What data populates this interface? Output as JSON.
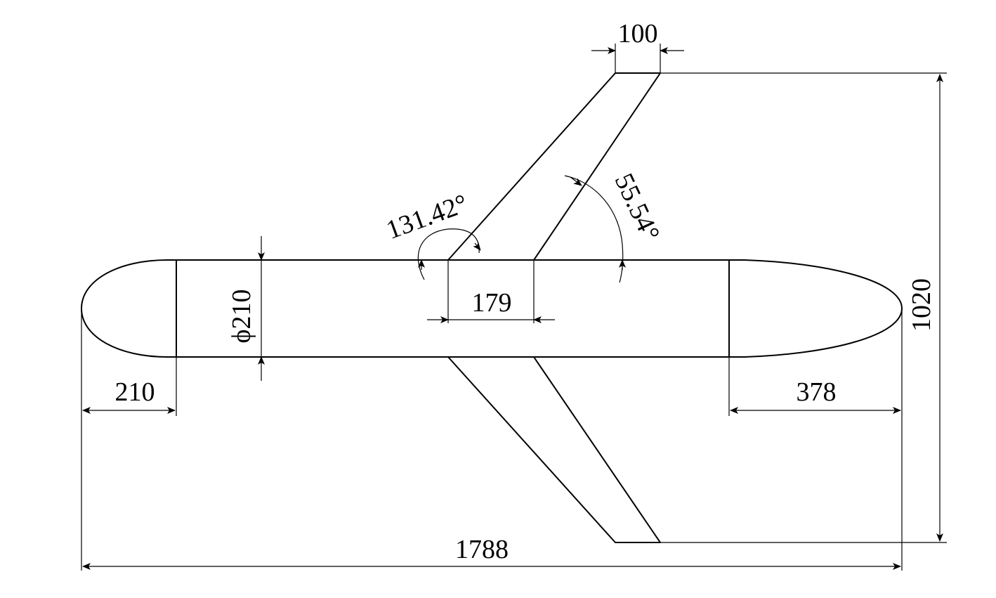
{
  "drawing": {
    "dimensions": {
      "wing_tip_chord": "100",
      "overall_span": "1020",
      "leading_edge_angle": "131.42°",
      "trailing_edge_angle": "55.54°",
      "body_diameter": "210",
      "root_chord": "179",
      "nose_length": "210",
      "tail_length": "378",
      "overall_length": "1788"
    },
    "diameter_symbol": "ϕ"
  }
}
